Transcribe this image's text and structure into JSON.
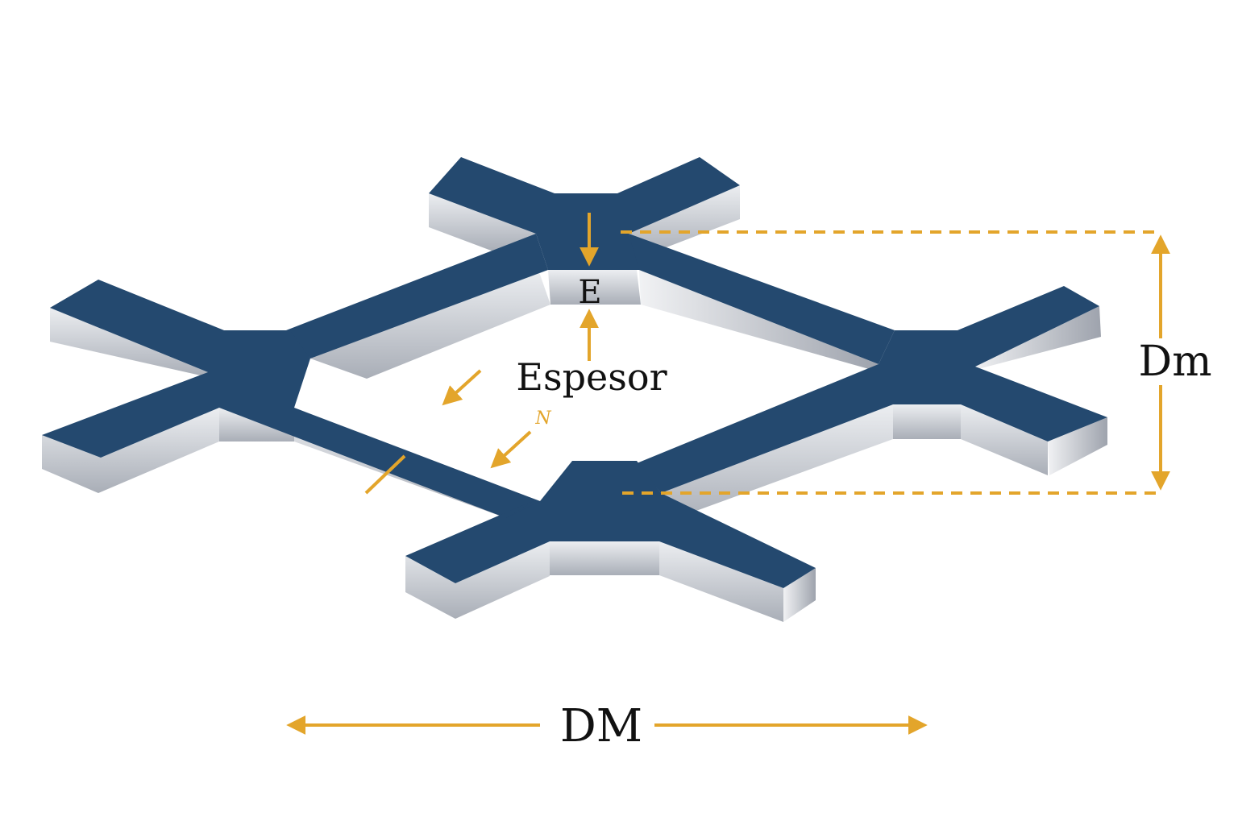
{
  "labels": {
    "thickness_short": "E",
    "thickness_word": "Espesor",
    "strand_width": "N",
    "strand_width_small": "N",
    "short_diagonal": "Dm",
    "long_diagonal": "DM"
  },
  "colors": {
    "metal_top": "#24496f",
    "metal_side_light": "#d6d9de",
    "metal_side_dark": "#a7acb5",
    "accent": "#e3a52b",
    "text": "#111111"
  }
}
